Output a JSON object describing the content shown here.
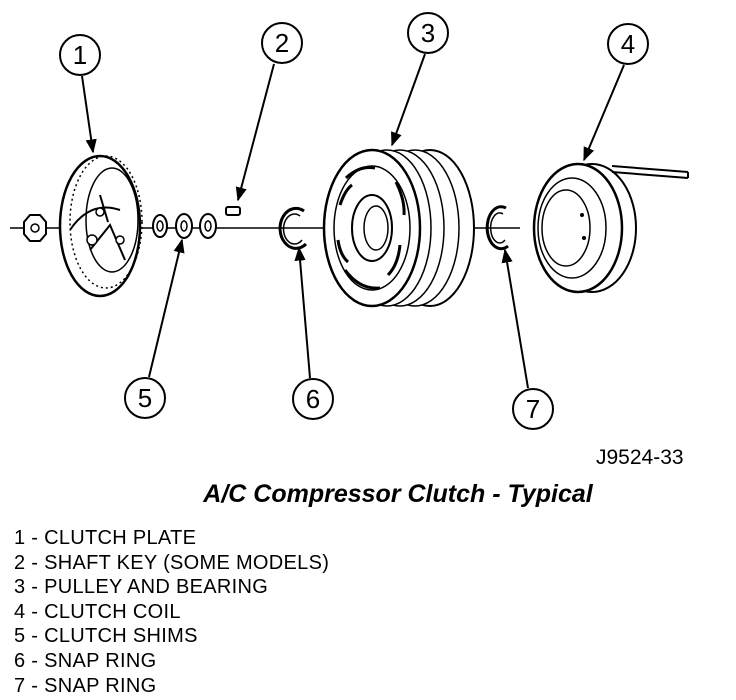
{
  "callouts": {
    "c1": "1",
    "c2": "2",
    "c3": "3",
    "c4": "4",
    "c5": "5",
    "c6": "6",
    "c7": "7"
  },
  "figure_id": "J9524-33",
  "caption": "A/C Compressor Clutch - Typical",
  "legend": [
    "1 - CLUTCH PLATE",
    "2 - SHAFT KEY (SOME MODELS)",
    "3 - PULLEY AND BEARING",
    "4 - CLUTCH COIL",
    "5 - CLUTCH SHIMS",
    "6 - SNAP RING",
    "7 - SNAP RING"
  ]
}
